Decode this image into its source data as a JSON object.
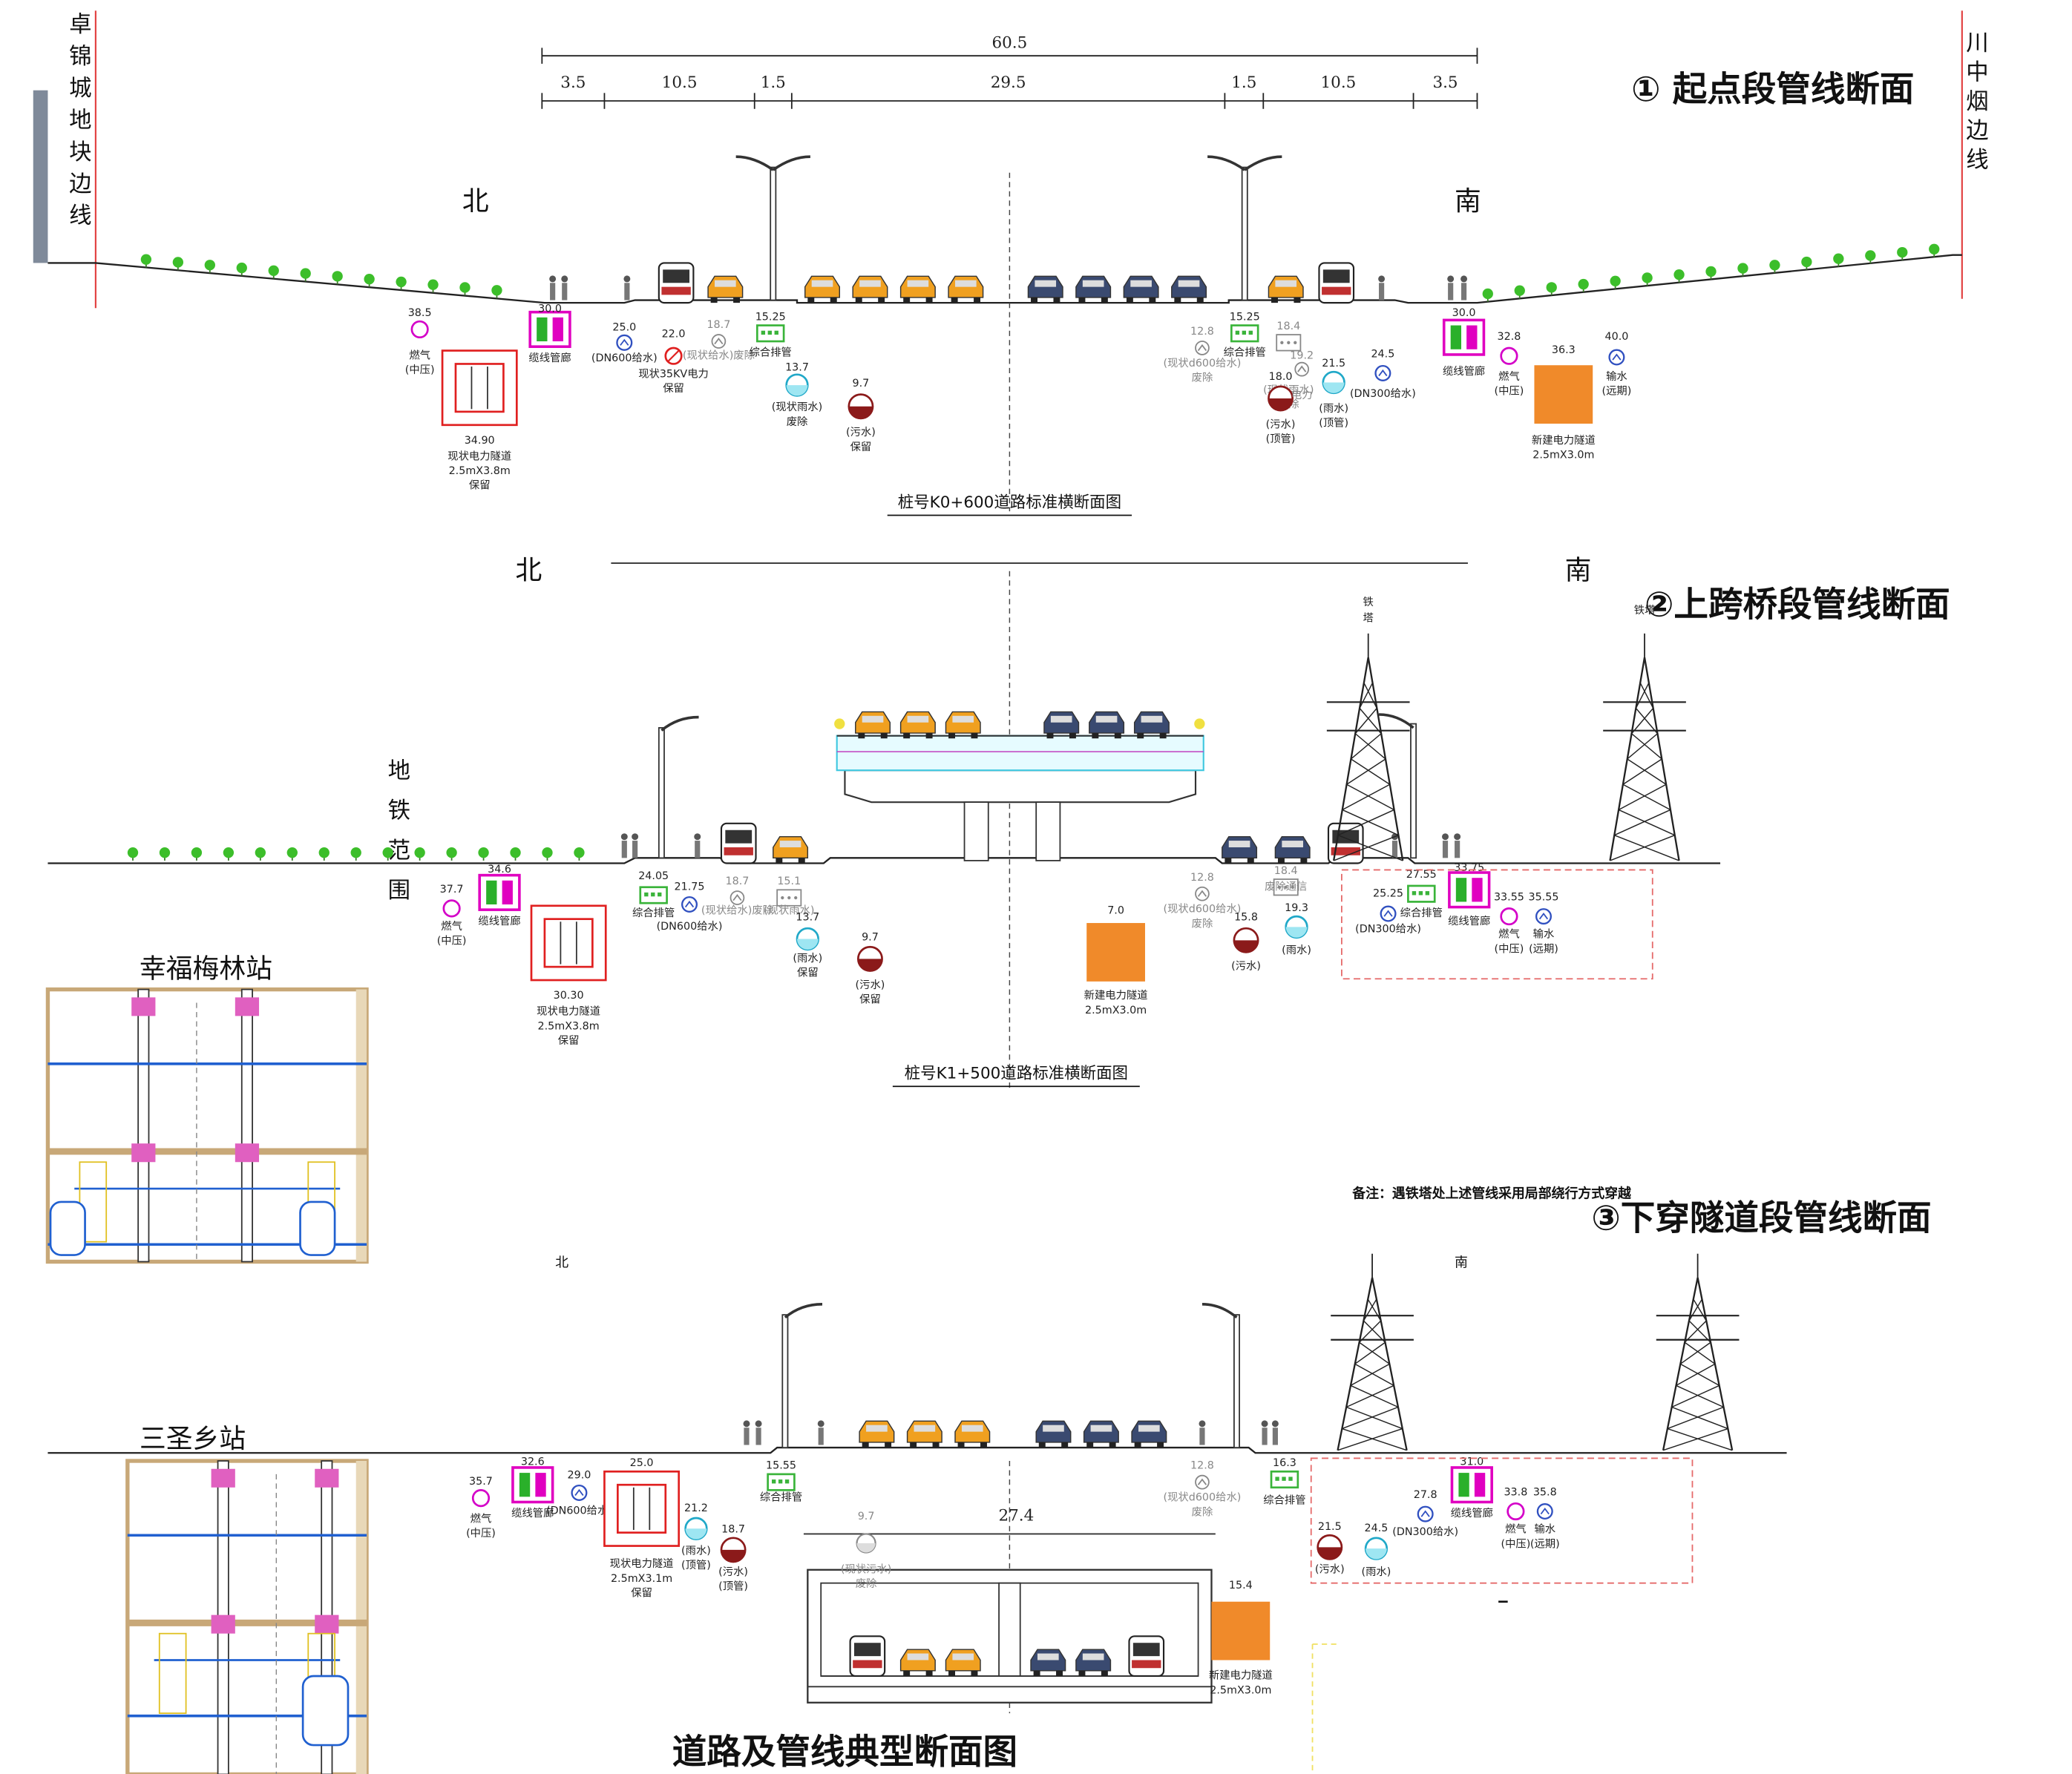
{
  "section_titles": {
    "s1": "① 起点段管线断面",
    "s2": "②上跨桥段管线断面",
    "s3": "③下穿隧道段管线断面",
    "bottom": "道路及管线典型断面图"
  },
  "boundaries": {
    "left": "卓锦城地块边线",
    "right": "川中烟边线",
    "metro": "地铁范围"
  },
  "directions": {
    "north": "北",
    "south": "南"
  },
  "dimensions": {
    "total": "60.5",
    "segments": [
      "3.5",
      "10.5",
      "1.5",
      "29.5",
      "1.5",
      "10.5",
      "3.5"
    ]
  },
  "captions": {
    "s1": "桩号K0+600道路标准横断面图",
    "s2": "桩号K1+500道路标准横断面图",
    "note": "备注：遇铁塔处上述管线采用局部绕行方式穿越"
  },
  "stations": {
    "a": "幸福梅林站",
    "b": "三圣乡站"
  },
  "tower_label": "铁塔",
  "tunnel_width": "27.4",
  "s1_pipes": [
    {
      "v": "38.5",
      "l": "燃气",
      "l2": "(中压)"
    },
    {
      "v": "30.0",
      "l": "缆线管廊"
    },
    {
      "v": "34.90",
      "l": "现状电力隧道",
      "l2": "2.5mX3.8m",
      "l3": "保留"
    },
    {
      "v": "25.0",
      "l": "(DN600给水)"
    },
    {
      "v": "22.0",
      "l": "现状35KV电力",
      "l2": "保留"
    },
    {
      "v": "18.7",
      "l": "(现状给水)废除"
    },
    {
      "v": "15.25",
      "l": "综合排管"
    },
    {
      "v": "13.7",
      "l": "(现状雨水)",
      "l2": "废除"
    },
    {
      "v": "9.7",
      "l": "(污水)",
      "l2": "保留"
    },
    {
      "v": "12.8",
      "l": "(现状d600给水)",
      "l2": "废除"
    },
    {
      "v": "15.25",
      "l": "综合排管"
    },
    {
      "v": "18.4",
      "l": "(现状雨水)",
      "l2": "废除"
    },
    {
      "v": "18.0",
      "l": "(污水)",
      "l2": "(顶管)"
    },
    {
      "v": "19.2",
      "l": "电力"
    },
    {
      "v": "21.5",
      "l": "(雨水)",
      "l2": "(顶管)"
    },
    {
      "v": "24.5",
      "l": "(DN300给水)"
    },
    {
      "v": "30.0",
      "l": "缆线管廊"
    },
    {
      "v": "32.8",
      "l": "燃气",
      "l2": "(中压)"
    },
    {
      "v": "36.3",
      "l": "新建电力隧道",
      "l2": "2.5mX3.0m"
    },
    {
      "v": "40.0",
      "l": "输水",
      "l2": "(远期)"
    }
  ],
  "s2_pipes": [
    {
      "v": "37.7",
      "l": "燃气",
      "l2": "(中压)"
    },
    {
      "v": "34.6",
      "l": "缆线管廊"
    },
    {
      "v": "30.30",
      "l": "现状电力隧道",
      "l2": "2.5mX3.8m",
      "l3": "保留"
    },
    {
      "v": "24.05",
      "l": "综合排管"
    },
    {
      "v": "21.75",
      "l": "(DN600给水)"
    },
    {
      "v": "18.7",
      "l": "(现状给水)废除"
    },
    {
      "v": "15.1",
      "l": "(现状雨水)"
    },
    {
      "v": "13.7",
      "l": "(雨水)",
      "l2": "保留"
    },
    {
      "v": "9.7",
      "l": "(污水)",
      "l2": "保留"
    },
    {
      "v": "7.0",
      "l": "新建电力隧道",
      "l2": "2.5mX3.0m"
    },
    {
      "v": "12.8",
      "l": "(现状d600给水)",
      "l2": "废除"
    },
    {
      "v": "15.8",
      "l": "(污水)"
    },
    {
      "v": "18.4",
      "l": "废除通信"
    },
    {
      "v": "19.3",
      "l": "(雨水)"
    },
    {
      "v": "25.25",
      "l": "(DN300给水)"
    },
    {
      "v": "27.55",
      "l": "综合排管"
    },
    {
      "v": "33.75",
      "l": "缆线管廊"
    },
    {
      "v": "33.55",
      "l": "燃气",
      "l2": "(中压)"
    },
    {
      "v": "35.55",
      "l": "输水",
      "l2": "(远期)"
    }
  ],
  "s3_pipes": [
    {
      "v": "35.7",
      "l": "燃气",
      "l2": "(中压)"
    },
    {
      "v": "32.6",
      "l": "缆线管廊"
    },
    {
      "v": "29.0",
      "l": "(DN600给水)"
    },
    {
      "v": "25.0",
      "l": "现状电力隧道",
      "l2": "2.5mX3.1m",
      "l3": "保留"
    },
    {
      "v": "21.2",
      "l": "(雨水)",
      "l2": "(顶管)"
    },
    {
      "v": "18.7",
      "l": "(污水)",
      "l2": "(顶管)"
    },
    {
      "v": "15.55",
      "l": "综合排管"
    },
    {
      "v": "9.7",
      "l": "(现状污水)",
      "l2": "废除"
    },
    {
      "v": "12.8",
      "l": "(现状d600给水)",
      "l2": "废除"
    },
    {
      "v": "16.3",
      "l": "综合排管"
    },
    {
      "v": "21.5",
      "l": "(污水)"
    },
    {
      "v": "24.5",
      "l": "(雨水)"
    },
    {
      "v": "27.8",
      "l": "(DN300给水)"
    },
    {
      "v": "31.0",
      "l": "缆线管廊"
    },
    {
      "v": "33.8",
      "l": "燃气",
      "l2": "(中压)"
    },
    {
      "v": "35.8",
      "l": "输水",
      "l2": "(远期)"
    },
    {
      "v": "15.4",
      "l": "新建电力隧道",
      "l2": "2.5mX3.0m"
    }
  ],
  "colors": {
    "gas": "#d400c8",
    "water": "#3050c0",
    "sewer": "#8b1a1a",
    "rain": "#20a8c8",
    "power_new": "#f08a2a",
    "power_old": "#e02020",
    "utility_tunnel": "#e000c0",
    "tree": "#3cbe2a",
    "bus": "#c03030",
    "taxi": "#f0a020",
    "car": "#3a4a70"
  }
}
